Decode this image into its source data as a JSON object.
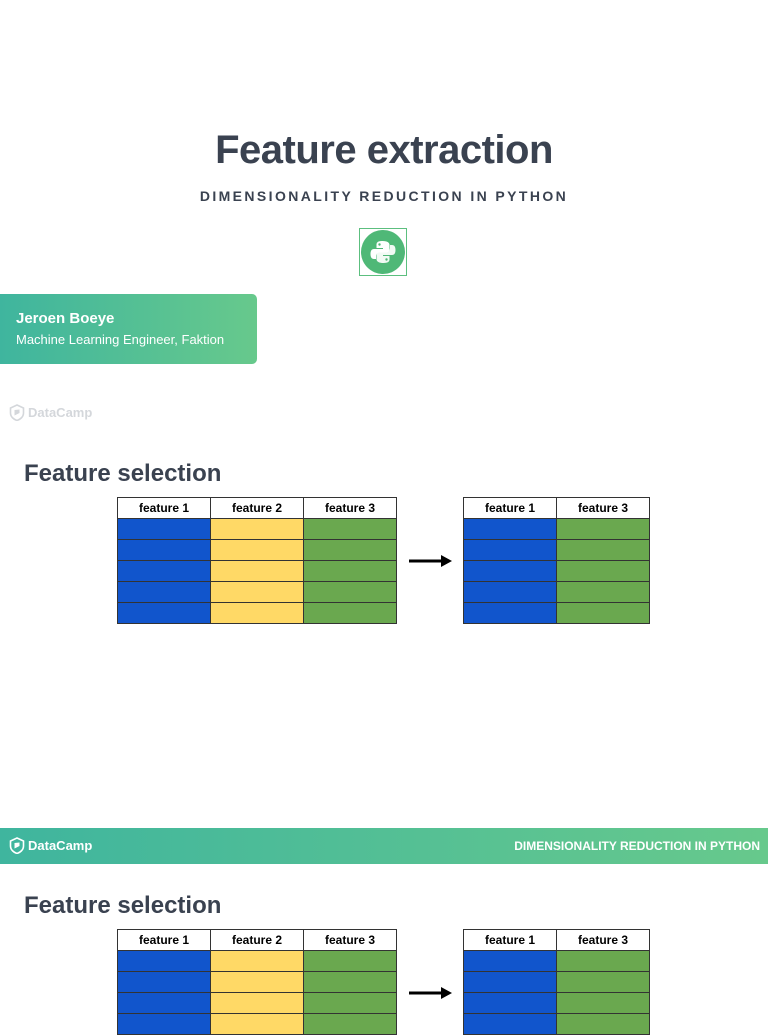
{
  "slide1": {
    "title": "Feature extraction",
    "subtitle": "DIMENSIONALITY REDUCTION IN PYTHON",
    "logo_icon": "python-logo-icon",
    "author": {
      "name": "Jeroen Boeye",
      "role": "Machine Learning Engineer, Faktion"
    },
    "brand": "DataCamp"
  },
  "slide2": {
    "heading": "Feature selection",
    "table_before": {
      "columns": [
        "feature 1",
        "feature 2",
        "feature 3"
      ],
      "row_count": 5,
      "column_colors": [
        "#1155cc",
        "#ffd966",
        "#6aa84f"
      ]
    },
    "arrow_icon": "right-arrow-icon",
    "table_after": {
      "columns": [
        "feature 1",
        "feature 3"
      ],
      "row_count": 5,
      "column_colors": [
        "#1155cc",
        "#6aa84f"
      ]
    }
  },
  "slide3": {
    "banner": {
      "brand": "DataCamp",
      "course": "DIMENSIONALITY REDUCTION IN PYTHON"
    },
    "heading": "Feature selection",
    "table_before": {
      "columns": [
        "feature 1",
        "feature 2",
        "feature 3"
      ]
    },
    "table_after": {
      "columns": [
        "feature 1",
        "feature 3"
      ]
    }
  },
  "colors": {
    "text": "#3a4250",
    "accent_start": "#3fb59e",
    "accent_end": "#67c98c",
    "blue": "#1155cc",
    "yellow": "#ffd966",
    "green": "#6aa84f"
  }
}
